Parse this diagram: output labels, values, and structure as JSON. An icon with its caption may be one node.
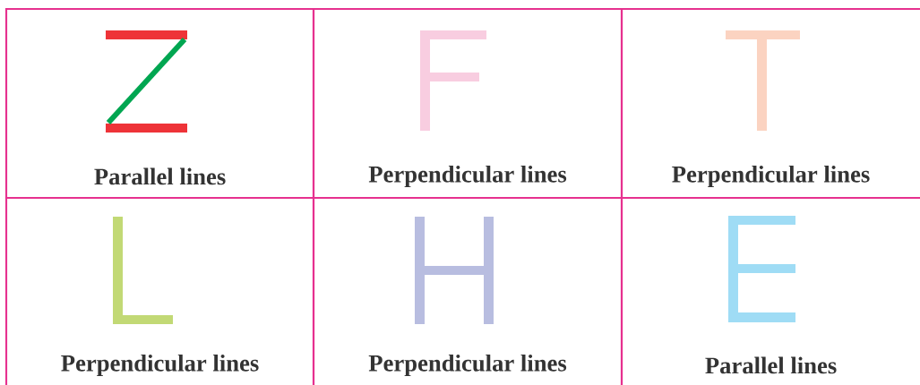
{
  "diagram": {
    "nodes": [
      {
        "text": [
          "Parallel lines"
        ]
      },
      {
        "text": [
          "Perpendicular lines"
        ]
      },
      {
        "text": [
          "Perpendicular lines"
        ]
      },
      {
        "text": [
          "Perpendicular lines"
        ]
      },
      {
        "text": [
          "Perpendicular lines"
        ]
      },
      {
        "text": [
          "Parallel lines"
        ]
      }
    ]
  }
}
